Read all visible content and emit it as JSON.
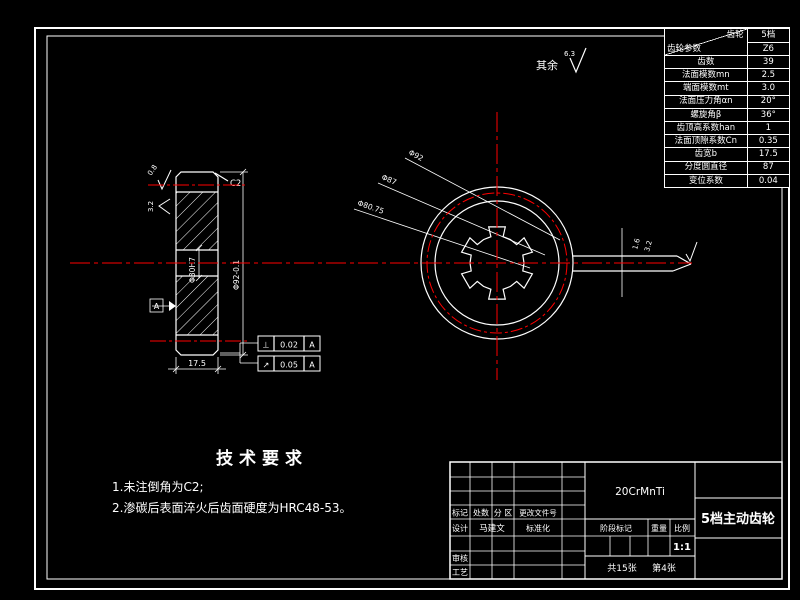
{
  "colors": {
    "background": "#000000",
    "line": "#ffffff",
    "centerline": "#ff0000"
  },
  "surface_note": {
    "prefix": "其余",
    "value": "6.3"
  },
  "param_table": {
    "header_top_label": "齿轮",
    "header_bottom_label": "齿轮参数",
    "header_top_value": "5档",
    "header_bottom_value": "Z6",
    "rows": [
      {
        "label": "齿数",
        "value": "39"
      },
      {
        "label": "法面模数mn",
        "value": "2.5"
      },
      {
        "label": "端面模数mt",
        "value": "3.0"
      },
      {
        "label": "法面压力角αn",
        "value": "20°"
      },
      {
        "label": "螺旋角β",
        "value": "36°"
      },
      {
        "label": "齿顶高系数han",
        "value": "1"
      },
      {
        "label": "法面顶隙系数Cn",
        "value": "0.35"
      },
      {
        "label": "齿宽b",
        "value": "17.5"
      },
      {
        "label": "分度圆直径",
        "value": "87"
      },
      {
        "label": "变位系数",
        "value": "0.04"
      }
    ]
  },
  "section_view": {
    "chamfer_label": "C2",
    "rough_top": "0.8",
    "rough_left": "3.2",
    "bore_dim": "Φ30H7",
    "outer_dim": "Φ92-0.1",
    "width_dim": "17.5",
    "datum_label": "A",
    "tolerances": [
      {
        "symbol": "⊥",
        "value": "0.02",
        "datum": "A"
      },
      {
        "symbol": "↗",
        "value": "0.05",
        "datum": "A"
      }
    ]
  },
  "front_view": {
    "radial_dims": [
      "Φ92",
      "Φ87",
      "Φ80.75"
    ],
    "shaft_rough_1": "1.6",
    "shaft_rough_2": "3.2"
  },
  "tech_requirements": {
    "heading": "技术要求",
    "items": [
      "1.未注倒角为C2;",
      "2.渗碳后表面淬火后齿面硬度为HRC48-53。"
    ]
  },
  "title_block": {
    "material": "20CrMnTi",
    "title": "5档主动齿轮",
    "row_labels": [
      "标记",
      "处数",
      "分 区",
      "更改文件号"
    ],
    "design_label": "设计",
    "designer": "马建文",
    "standard_label": "标准化",
    "review_label": "审核",
    "process_label": "工艺",
    "stage_label": "阶段标记",
    "weight_label": "重量",
    "scale_label": "比例",
    "scale_value": "1:1",
    "sheet_total": "共15张",
    "sheet_no": "第4张"
  }
}
